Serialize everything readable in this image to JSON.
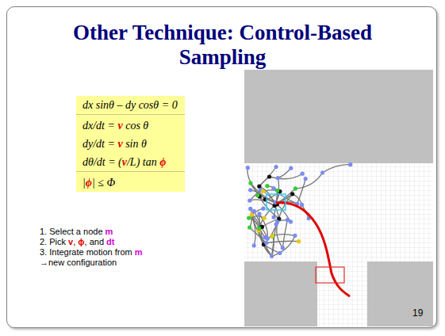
{
  "diagram": {
    "title": "Other Technique: Control-Based Sampling",
    "nodes": [
      {
        "text": [
          "dx sinθ – dy cosθ = 0",
          "dx/dt = v cos θ",
          "dy/dt = v sin θ",
          "dθ/dt = (v/L) tan ϕ",
          "|ϕ| ≤ Φ"
        ]
      }
    ],
    "labels": [
      "1. Select a node m",
      "2. Pick v, ϕ, and dt",
      "3. Integrate motion from m",
      "→new configuration",
      "19"
    ]
  }
}
